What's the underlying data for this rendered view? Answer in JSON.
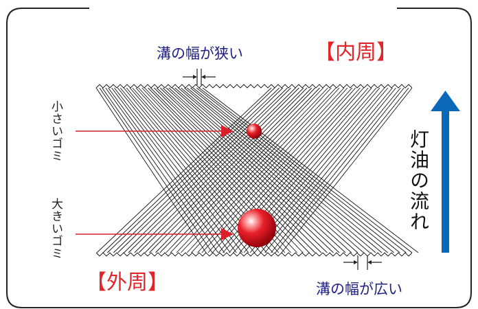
{
  "labels": {
    "inner_width": "溝の幅が狭い",
    "outer_width": "溝の幅が広い",
    "inner_circumference": "【内周】",
    "outer_circumference": "【外周】",
    "small_dust": "小さいゴミ",
    "large_dust": "大きいゴミ",
    "kerosene_flow": "灯油の流れ"
  },
  "colors": {
    "frame": "#222222",
    "lines": "#111111",
    "pointer_arrow": "#d81f2a",
    "flow_arrow": "#0b67b8",
    "blue_text": "#1e1f86",
    "red_text": "#e2252a",
    "sphere": "#e0141d"
  },
  "icons": {
    "small_particle": "small-red-sphere",
    "large_particle": "large-red-sphere",
    "flow_arrow": "up-arrow"
  }
}
